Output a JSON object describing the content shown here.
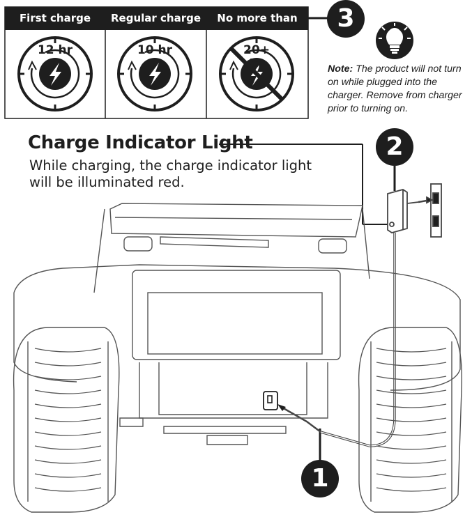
{
  "charge_table": {
    "columns": [
      {
        "header": "First charge",
        "hours": "12 hr",
        "allowed": true
      },
      {
        "header": "Regular charge",
        "hours": "10 hr",
        "allowed": true
      },
      {
        "header": "No more than",
        "hours": "20+ hr",
        "allowed": false
      }
    ]
  },
  "steps": {
    "one": "1",
    "two": "2",
    "three": "3"
  },
  "note": {
    "label": "Note:",
    "text": "The product will not turn on while plugged into the charger.  Remove from charger prior to turning on."
  },
  "indicator": {
    "title": "Charge Indicator Light",
    "description": "While charging, the charge indicator light will be illuminated red."
  },
  "colors": {
    "ink": "#1e1e1e",
    "header_bg": "#1e1e1e",
    "line_art": "#444444"
  },
  "icons": [
    "lightning-bolt-icon",
    "lightbulb-icon",
    "no-charge-icon"
  ]
}
